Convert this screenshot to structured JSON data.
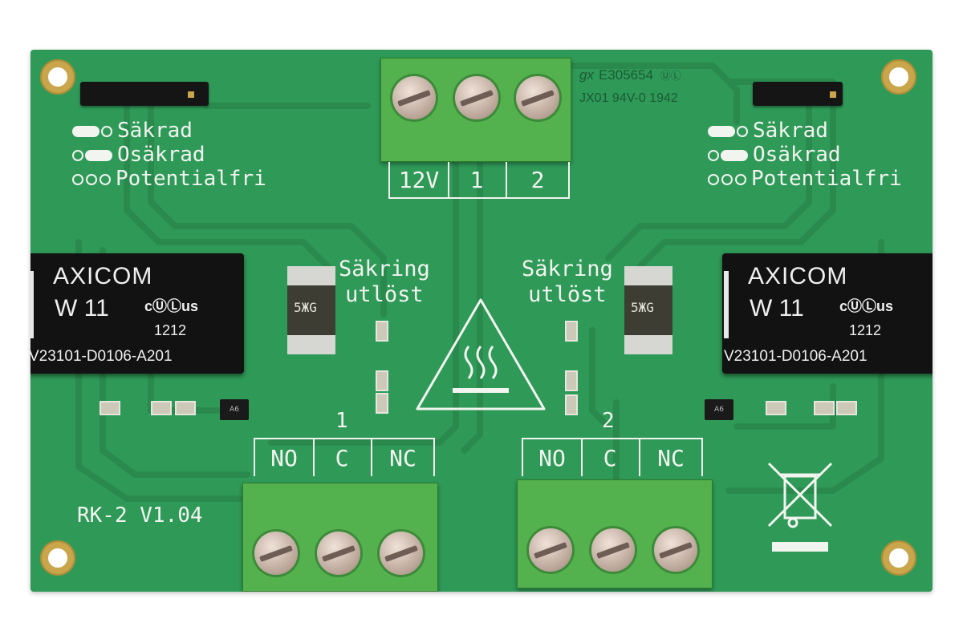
{
  "board": {
    "header_options": [
      "Säkrad",
      "Osäkrad",
      "Potentialfri"
    ],
    "fuse_label": [
      "Säkring",
      "utlöst"
    ],
    "relay": {
      "brand": "AXICOM",
      "model": "W 11",
      "ul_mark": "cULus",
      "code": "1212",
      "part": "V23101-D0106-A201"
    },
    "power_terminal": [
      "12V",
      "1",
      "2"
    ],
    "relay_terminal_1": {
      "number": "1",
      "labels": [
        "NO",
        "C",
        "NC"
      ]
    },
    "relay_terminal_2": {
      "number": "2",
      "labels": [
        "NO",
        "C",
        "NC"
      ]
    },
    "cert_line1": "E305654",
    "cert_line2": "JX01 94V-0 1942",
    "version": "RK-2 V1.04",
    "fuse_code": "5ЖG",
    "transistor_code": "A6"
  },
  "colors": {
    "pcb": "#2f9a58",
    "silkscreen": "#f2f4f0",
    "terminal": "#53b24d"
  }
}
